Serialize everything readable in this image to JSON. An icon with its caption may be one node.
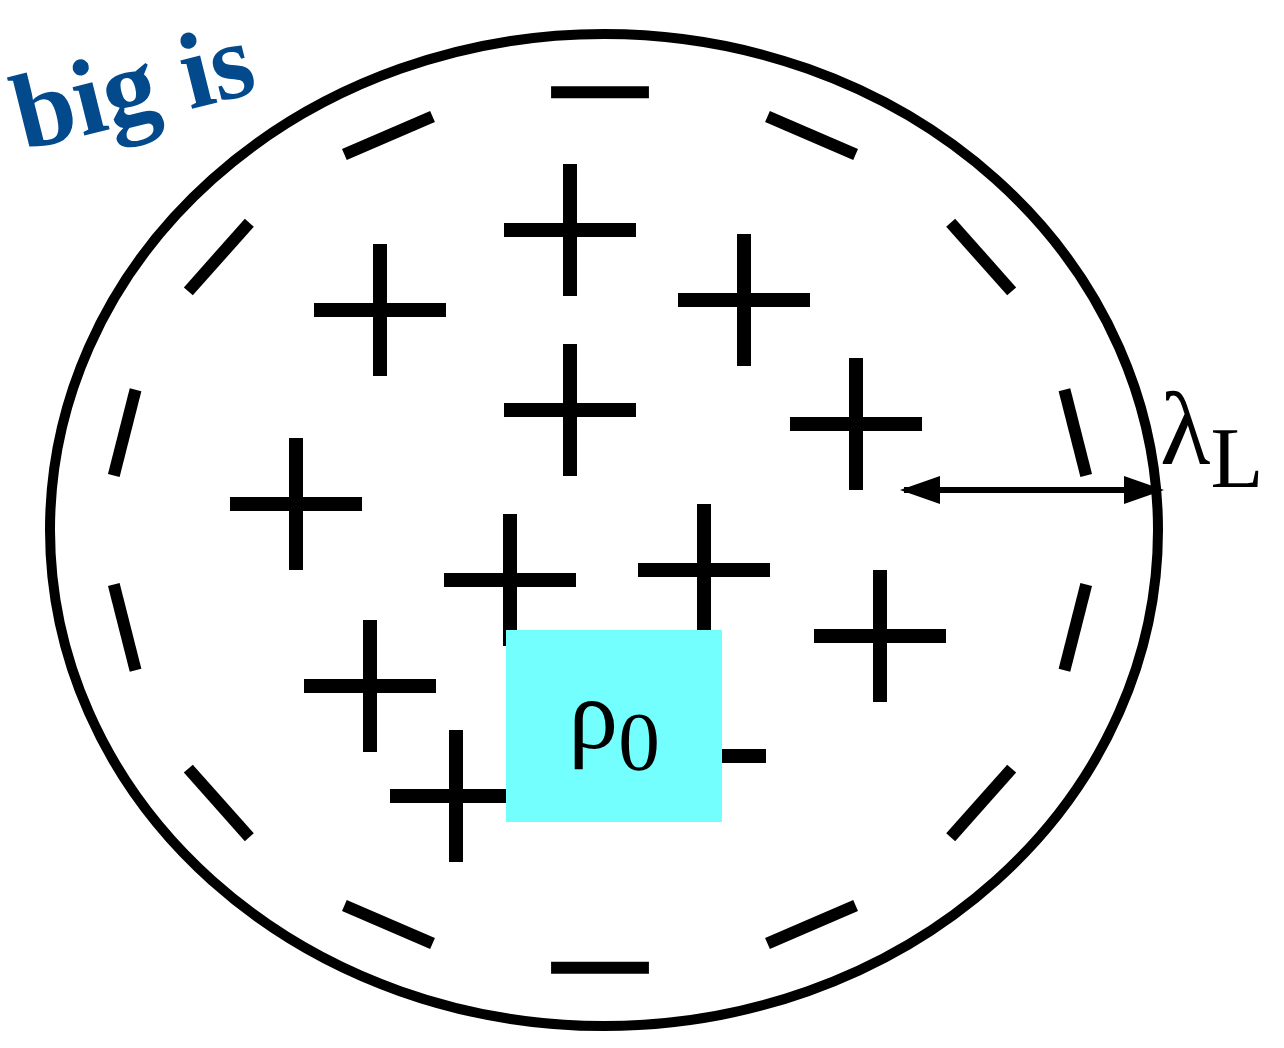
{
  "diagram": {
    "nodes": [
      {
        "text": [],
        "shape": "circle"
      },
      {
        "text": [
          "ρ$_{0}$"
        ],
        "in": 0
      }
    ],
    "labels": [
      "big is",
      "λ$_{L}$"
    ]
  }
}
